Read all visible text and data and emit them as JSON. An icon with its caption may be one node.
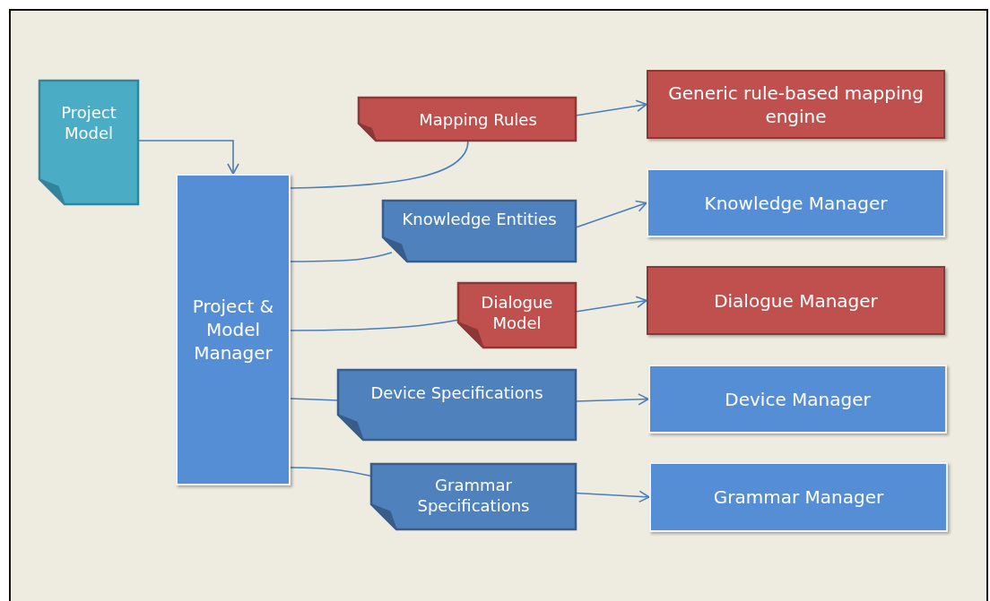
{
  "diagram": {
    "nodes": [
      {
        "text": [
          "Project Model"
        ]
      },
      {
        "text": [
          "Project & Model Manager"
        ]
      },
      {
        "text": [
          "Mapping Rules"
        ]
      },
      {
        "text": [
          "Generic rule-based mapping engine"
        ]
      },
      {
        "text": [
          "Knowledge Entities"
        ]
      },
      {
        "text": [
          "Knowledge Manager"
        ]
      },
      {
        "text": [
          "Dialogue Model"
        ]
      },
      {
        "text": [
          "Dialogue Manager"
        ]
      },
      {
        "text": [
          "Device Specifications"
        ]
      },
      {
        "text": [
          "Device Manager"
        ]
      },
      {
        "text": [
          "Grammar Specifications"
        ]
      },
      {
        "text": [
          "Grammar Manager"
        ]
      }
    ],
    "edges": [
      {
        "from": 0,
        "to": 1,
        "arrow": "to"
      },
      {
        "from": 1,
        "to": 2,
        "arrow": "none"
      },
      {
        "from": 2,
        "to": 3,
        "arrow": "to"
      },
      {
        "from": 1,
        "to": 4,
        "arrow": "none"
      },
      {
        "from": 4,
        "to": 5,
        "arrow": "to"
      },
      {
        "from": 1,
        "to": 6,
        "arrow": "none"
      },
      {
        "from": 6,
        "to": 7,
        "arrow": "to"
      },
      {
        "from": 1,
        "to": 8,
        "arrow": "none"
      },
      {
        "from": 8,
        "to": 9,
        "arrow": "to"
      },
      {
        "from": 1,
        "to": 10,
        "arrow": "none"
      },
      {
        "from": 10,
        "to": 11,
        "arrow": "to"
      }
    ]
  }
}
